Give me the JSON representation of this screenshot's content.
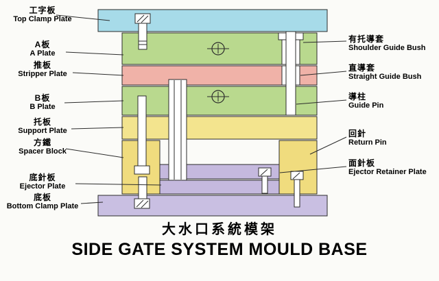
{
  "title": {
    "zh": "大水口系統模架",
    "en": "SIDE GATE SYSTEM MOULD BASE"
  },
  "left_labels": [
    {
      "zh": "工字板",
      "en": "Top Clamp Plate"
    },
    {
      "zh": "A板",
      "en": "A Plate"
    },
    {
      "zh": "推板",
      "en": "Stripper Plate"
    },
    {
      "zh": "B板",
      "en": "B Plate"
    },
    {
      "zh": "托板",
      "en": "Support Plate"
    },
    {
      "zh": "方鐵",
      "en": "Spacer Block"
    },
    {
      "zh": "底針板",
      "en": "Ejector Plate"
    },
    {
      "zh": "底板",
      "en": "Bottom Clamp Plate"
    }
  ],
  "right_labels": [
    {
      "zh": "有托導套",
      "en": "Shoulder Guide Bush"
    },
    {
      "zh": "直導套",
      "en": "Straight Guide Bush"
    },
    {
      "zh": "導柱",
      "en": "Guide Pin"
    },
    {
      "zh": "回針",
      "en": "Return Pin"
    },
    {
      "zh": "面針板",
      "en": "Ejector Retainer Plate"
    }
  ],
  "colors": {
    "top-clamp": "#a7dbe9",
    "a-plate": "#b9d98e",
    "stripper": "#f0b2a8",
    "b-plate": "#b9d98e",
    "support": "#f3e48e",
    "spacer": "#f0dc7e",
    "ejector": "#c5b9de",
    "bottom-clamp": "#c9bfe2",
    "pin-fill": "#ffffff",
    "outline": "#2b2b2b",
    "text": "#000000"
  }
}
